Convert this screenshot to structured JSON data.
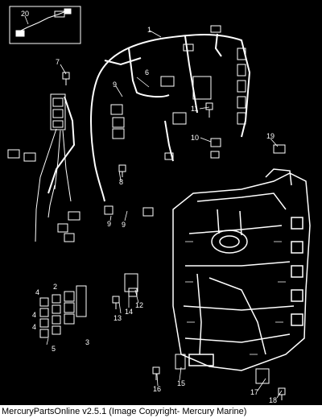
{
  "caption": "MercuryPartsOnline v2.5.1 (Image Copyright- Mercury Marine)",
  "callouts": {
    "c1": "1",
    "c2": "2",
    "c3": "3",
    "c4a": "4",
    "c4b": "4",
    "c4c": "4",
    "c5": "5",
    "c6": "6",
    "c7": "7",
    "c8": "8",
    "c9a": "9",
    "c9b": "9",
    "c9c": "9",
    "c10": "10",
    "c11": "11",
    "c12": "12",
    "c13": "13",
    "c14": "14",
    "c15": "15",
    "c16": "16",
    "c17": "17",
    "c18": "18",
    "c19": "19",
    "c20": "20"
  },
  "colors": {
    "background": "#000000",
    "linework": "#ffffff",
    "caption_bg": "#ffffff",
    "caption_text": "#000000"
  }
}
